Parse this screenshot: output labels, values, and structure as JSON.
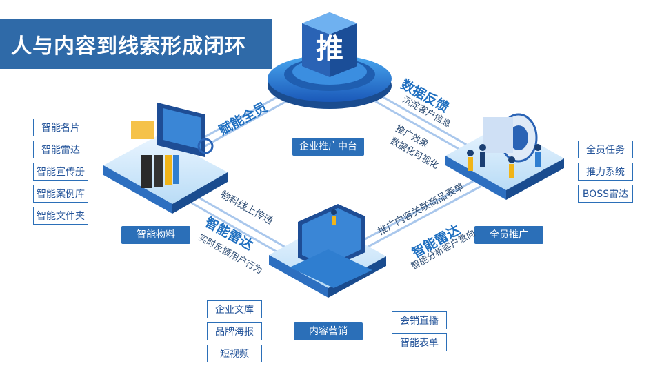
{
  "title": "人与内容到线索形成闭环",
  "hub": {
    "glyph": "推",
    "label": "企业推广中台"
  },
  "left_node": {
    "label": "智能物料",
    "items": [
      "智能名片",
      "智能雷达",
      "智能宣传册",
      "智能案例库",
      "智能文件夹"
    ]
  },
  "right_node": {
    "label": "全员推广",
    "items": [
      "全员任务",
      "推力系统",
      "BOSS雷达"
    ]
  },
  "bottom_node": {
    "label": "内容营销",
    "items_left": [
      "企业文库",
      "品牌海报",
      "短视频"
    ],
    "items_right": [
      "会销直播",
      "智能表单"
    ]
  },
  "flows": {
    "empower": "赋能全员",
    "feedback_big": "数据反馈",
    "feedback_small": "沉淀客户信息",
    "effect_1": "推广效果",
    "effect_2": "数据化可视化",
    "material_online": "物料线上传递",
    "radar_left_big": "智能雷达",
    "radar_left_small": "实时反馈用户行为",
    "push_content": "推广内容关联商品表单",
    "radar_right_big": "智能雷达",
    "radar_right_small": "智能分析客户意向"
  },
  "colors": {
    "primary": "#2b6fb8",
    "banner": "#2f6aa8",
    "dark_blue": "#1a4c8f",
    "light_blue": "#cfe6fa"
  }
}
